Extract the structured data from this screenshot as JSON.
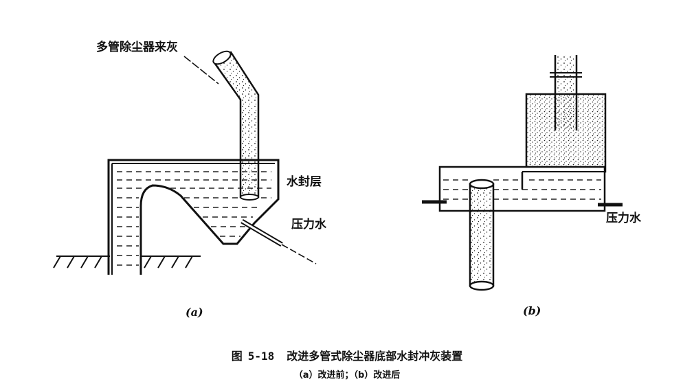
{
  "figure": {
    "diagram_a": {
      "label_dust_inlet": "多管除尘器来灰",
      "label_water_seal": "水封层",
      "label_pressure_water": "压力水",
      "sublabel": "(a)"
    },
    "diagram_b": {
      "label_pressure_water": "压力水",
      "sublabel": "(b)"
    },
    "caption": {
      "prefix": "图",
      "number": "5-18",
      "title": "改进多管式除尘器底部水封冲灰装置",
      "subcaption": "（a）改进前；（b）改进后"
    }
  }
}
